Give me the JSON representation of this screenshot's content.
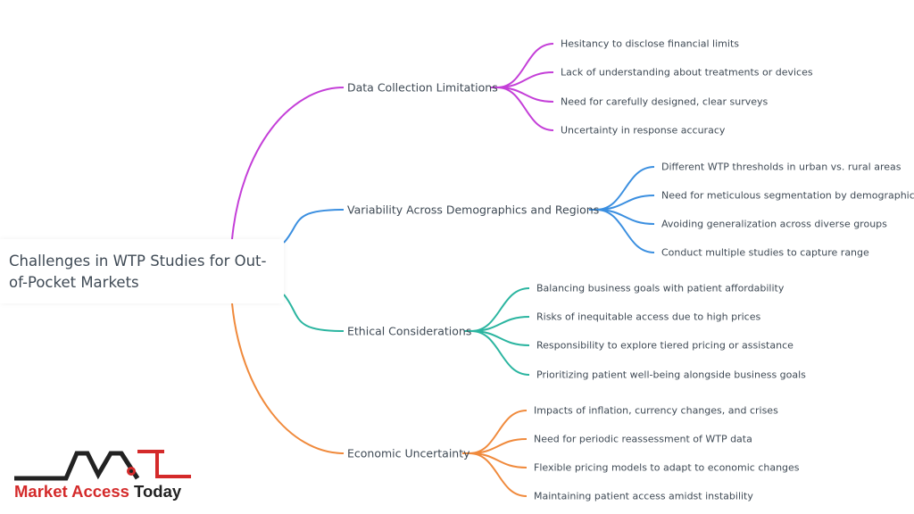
{
  "root": {
    "title": "Challenges in WTP Studies for Out-of-Pocket Markets"
  },
  "branches": [
    {
      "label": "Data Collection Limitations",
      "color": "#c43fd8",
      "leaves": [
        "Hesitancy to disclose financial limits",
        "Lack of understanding about treatments or devices",
        "Need for carefully designed, clear surveys",
        "Uncertainty in response accuracy"
      ]
    },
    {
      "label": "Variability Across Demographics and Regions",
      "color": "#3b8fe0",
      "leaves": [
        "Different WTP thresholds in urban vs. rural areas",
        "Need for meticulous segmentation by demographics",
        "Avoiding generalization across diverse groups",
        "Conduct multiple studies to capture range"
      ]
    },
    {
      "label": "Ethical Considerations",
      "color": "#2bb5a0",
      "leaves": [
        "Balancing business goals with patient affordability",
        "Risks of inequitable access due to high prices",
        "Responsibility to explore tiered pricing or assistance",
        "Prioritizing patient well-being alongside business goals"
      ]
    },
    {
      "label": "Economic Uncertainty",
      "color": "#f08a3c",
      "leaves": [
        "Impacts of inflation, currency changes, and crises",
        "Need for periodic reassessment of WTP data",
        "Flexible pricing models to adapt to economic changes",
        "Maintaining patient access amidst instability"
      ]
    }
  ],
  "logo": {
    "mark": "MAT",
    "text_red": "Market Access",
    "text_dark": "Today",
    "red": "#d42a2a",
    "dark": "#222222"
  }
}
